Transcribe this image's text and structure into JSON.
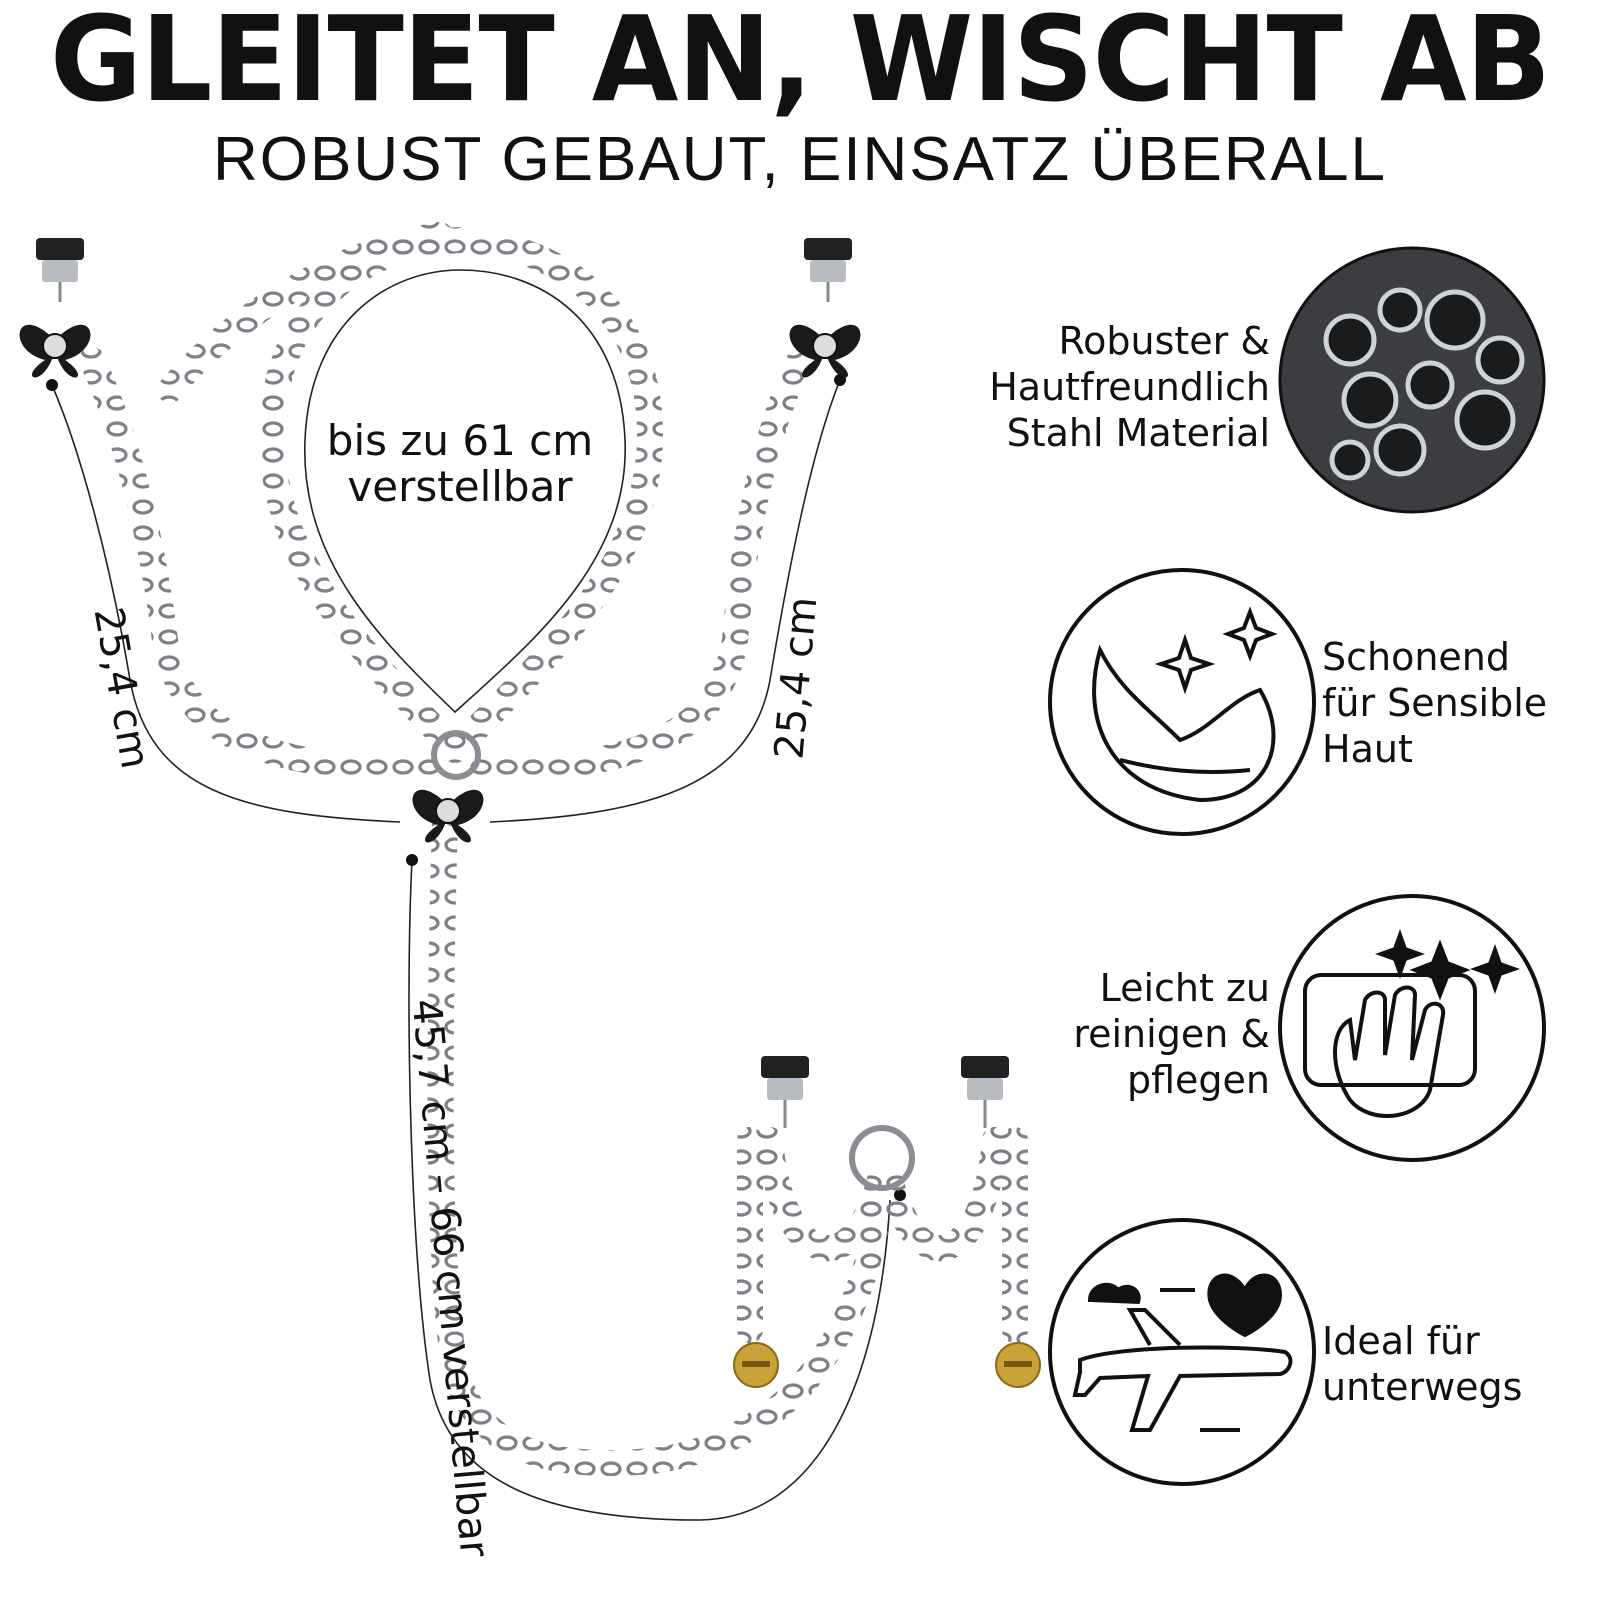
{
  "header": {
    "title": "GLEITET AN, WISCHT AB",
    "subtitle": "ROBUST GEBAUT, EINSATZ ÜBERALL"
  },
  "measurements": {
    "loop": [
      "bis zu 61 cm",
      "verstellbar"
    ],
    "left_arm": "25,4 cm",
    "right_arm": "25,4 cm",
    "main_chain": "45,7 cm – 66 cm verstellbar"
  },
  "features": [
    {
      "icon": "steel-tubes-icon",
      "lines": [
        "Robuster &",
        "Hautfreundlich",
        "Stahl Material"
      ]
    },
    {
      "icon": "feather-sparkles-icon",
      "lines": [
        "Schonend",
        "für Sensible",
        "Haut"
      ]
    },
    {
      "icon": "cleaning-hand-icon",
      "lines": [
        "Leicht zu",
        "reinigen &",
        "pflegen"
      ]
    },
    {
      "icon": "travel-airplane-icon",
      "lines": [
        "Ideal für",
        "unterwegs"
      ]
    }
  ],
  "colors": {
    "text": "#111111",
    "chain": "#8a8d92",
    "bell": "#c9a23a"
  }
}
